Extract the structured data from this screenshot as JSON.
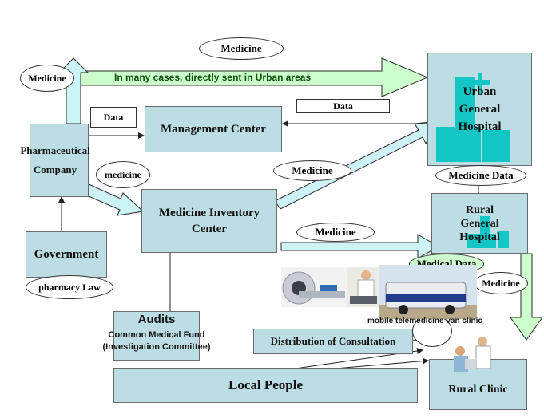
{
  "nodes": {
    "pharma": "Pharmaceutical\nCompany",
    "government": "Government",
    "management": "Management Center",
    "inventory": "Medicine Inventory\nCenter",
    "urban": "Urban\nGeneral\nHospital",
    "rural_hospital": "Rural\nGeneral\nHospital",
    "rural_clinic": "Rural Clinic",
    "distribution": "Distribution of Consultation",
    "local_people": "Local People",
    "audits_title": "Audits",
    "audits_sub": "Common Medical Fund\n(Investigation Committee)"
  },
  "labels": {
    "medicine_top": "Medicine",
    "medicine_left": "Medicine",
    "urban_banner": "In many cases, directly sent in Urban areas",
    "data_left": "Data",
    "data_right": "Data",
    "medicine_lower": "medicine",
    "medicine_to_urban": "Medicine",
    "medicine_data": "Medicine Data",
    "medicine_to_rural": "Medicine",
    "medical_data": "Medical Data",
    "medicine_right": "Medicine",
    "pharmacy_law": "pharmacy Law",
    "van": "mobile telemedicine van clinic"
  },
  "colors": {
    "box_fill": "#bcdde3",
    "arrow_fill": "#ccf3f5",
    "green_arrow": "#ccffcc",
    "hospital_icon": "#12c6c6"
  }
}
